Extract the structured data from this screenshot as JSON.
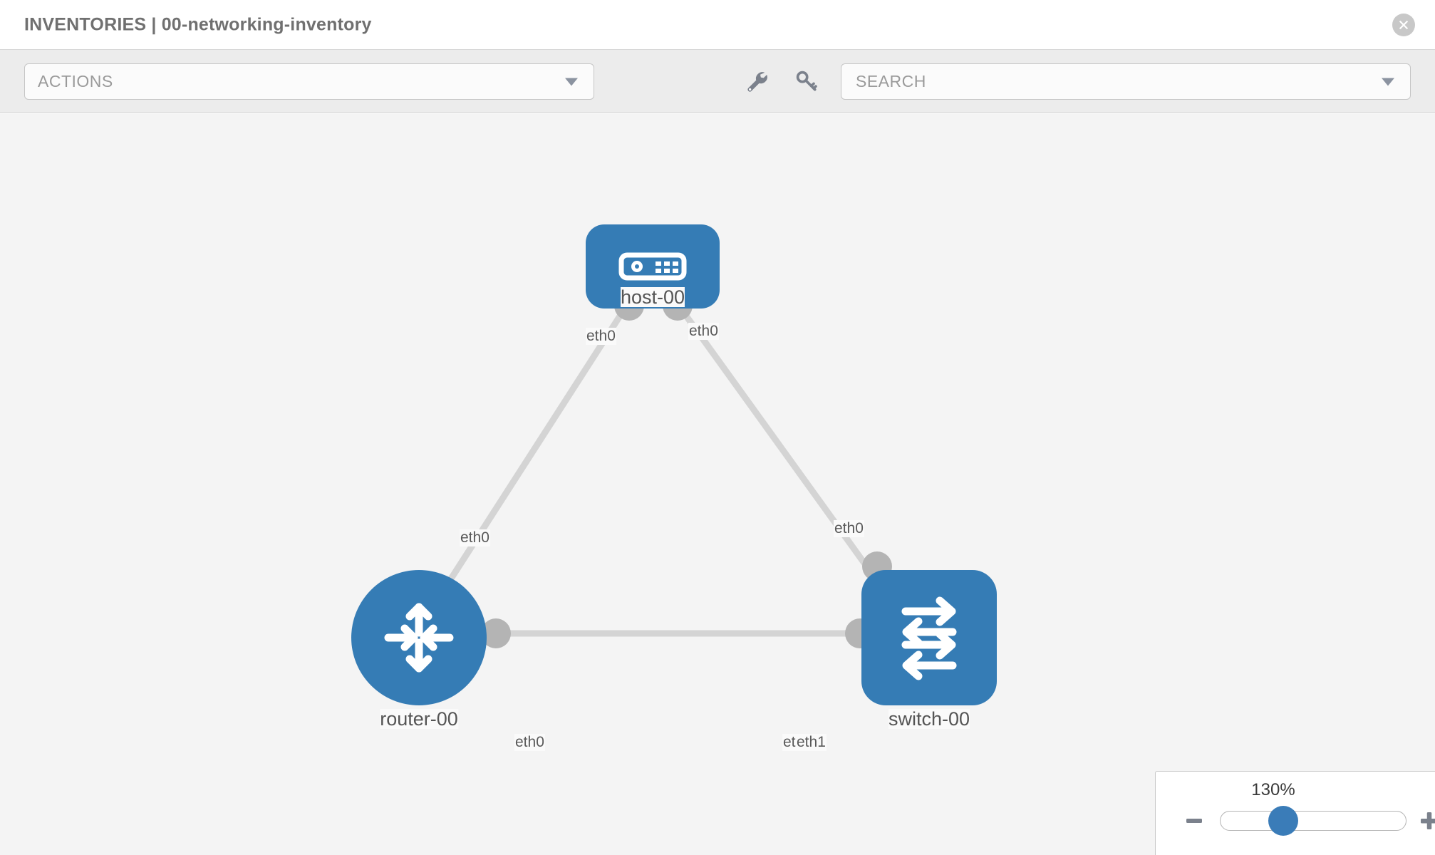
{
  "header": {
    "title": "INVENTORIES | 00-networking-inventory",
    "close_icon": "close-circle-icon"
  },
  "toolbar": {
    "actions_label": "ACTIONS",
    "actions_caret_icon": "chevron-down-icon",
    "wrench_icon": "wrench-icon",
    "key_icon": "key-icon",
    "search_placeholder": "SEARCH",
    "search_value": "",
    "search_caret_icon": "chevron-down-icon"
  },
  "topology": {
    "nodes": [
      {
        "id": "host-00",
        "label": "host-00",
        "type": "host",
        "icon": "server-appliance-icon",
        "shape": "rounded-rect",
        "color": "#357cb5"
      },
      {
        "id": "router-00",
        "label": "router-00",
        "type": "router",
        "icon": "router-four-arrows-icon",
        "shape": "circle",
        "color": "#357cb5"
      },
      {
        "id": "switch-00",
        "label": "switch-00",
        "type": "switch",
        "icon": "switch-arrows-icon",
        "shape": "rounded-square",
        "color": "#357cb5"
      }
    ],
    "links": [
      {
        "source": "host-00",
        "target": "router-00",
        "source_iface": "eth0",
        "target_iface": "eth0"
      },
      {
        "source": "host-00",
        "target": "switch-00",
        "source_iface": "eth0",
        "target_iface": "eth0"
      },
      {
        "source": "router-00",
        "target": "switch-00",
        "source_iface": "eth0",
        "target_iface": "eth1"
      }
    ],
    "iface_labels": {
      "host_left": "eth0",
      "host_right": "eth0",
      "router_up": "eth0",
      "router_right": "eth0",
      "switch_up": "eth0",
      "switch_left_overlap": "eth",
      "switch_left": "eth1"
    },
    "link_color": "#d2d2d2",
    "endpoint_color": "#b4b4b4"
  },
  "zoom_control": {
    "value": "130%",
    "minus_label": "minus-icon",
    "plus_label": "plus-icon",
    "thumb_color": "#3a7cb8"
  }
}
